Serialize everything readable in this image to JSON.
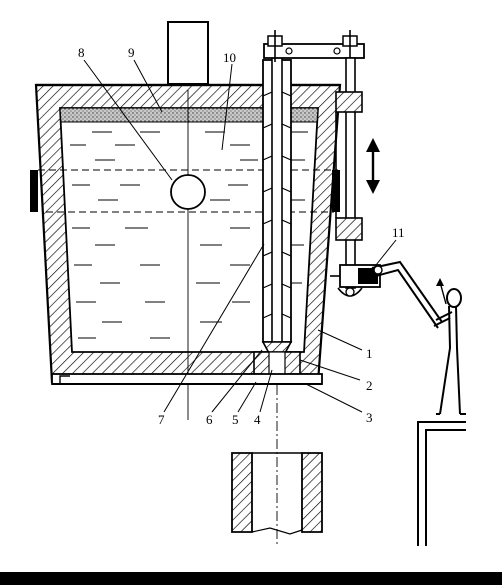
{
  "labels": {
    "l1": "1",
    "l2": "2",
    "l3": "3",
    "l4": "4",
    "l5": "5",
    "l6": "6",
    "l7": "7",
    "l8": "8",
    "l9": "9",
    "l10": "10",
    "l11": "11"
  },
  "colors": {
    "ink": "#000000",
    "slag": "#bdbdbd",
    "paper": "#ffffff"
  }
}
